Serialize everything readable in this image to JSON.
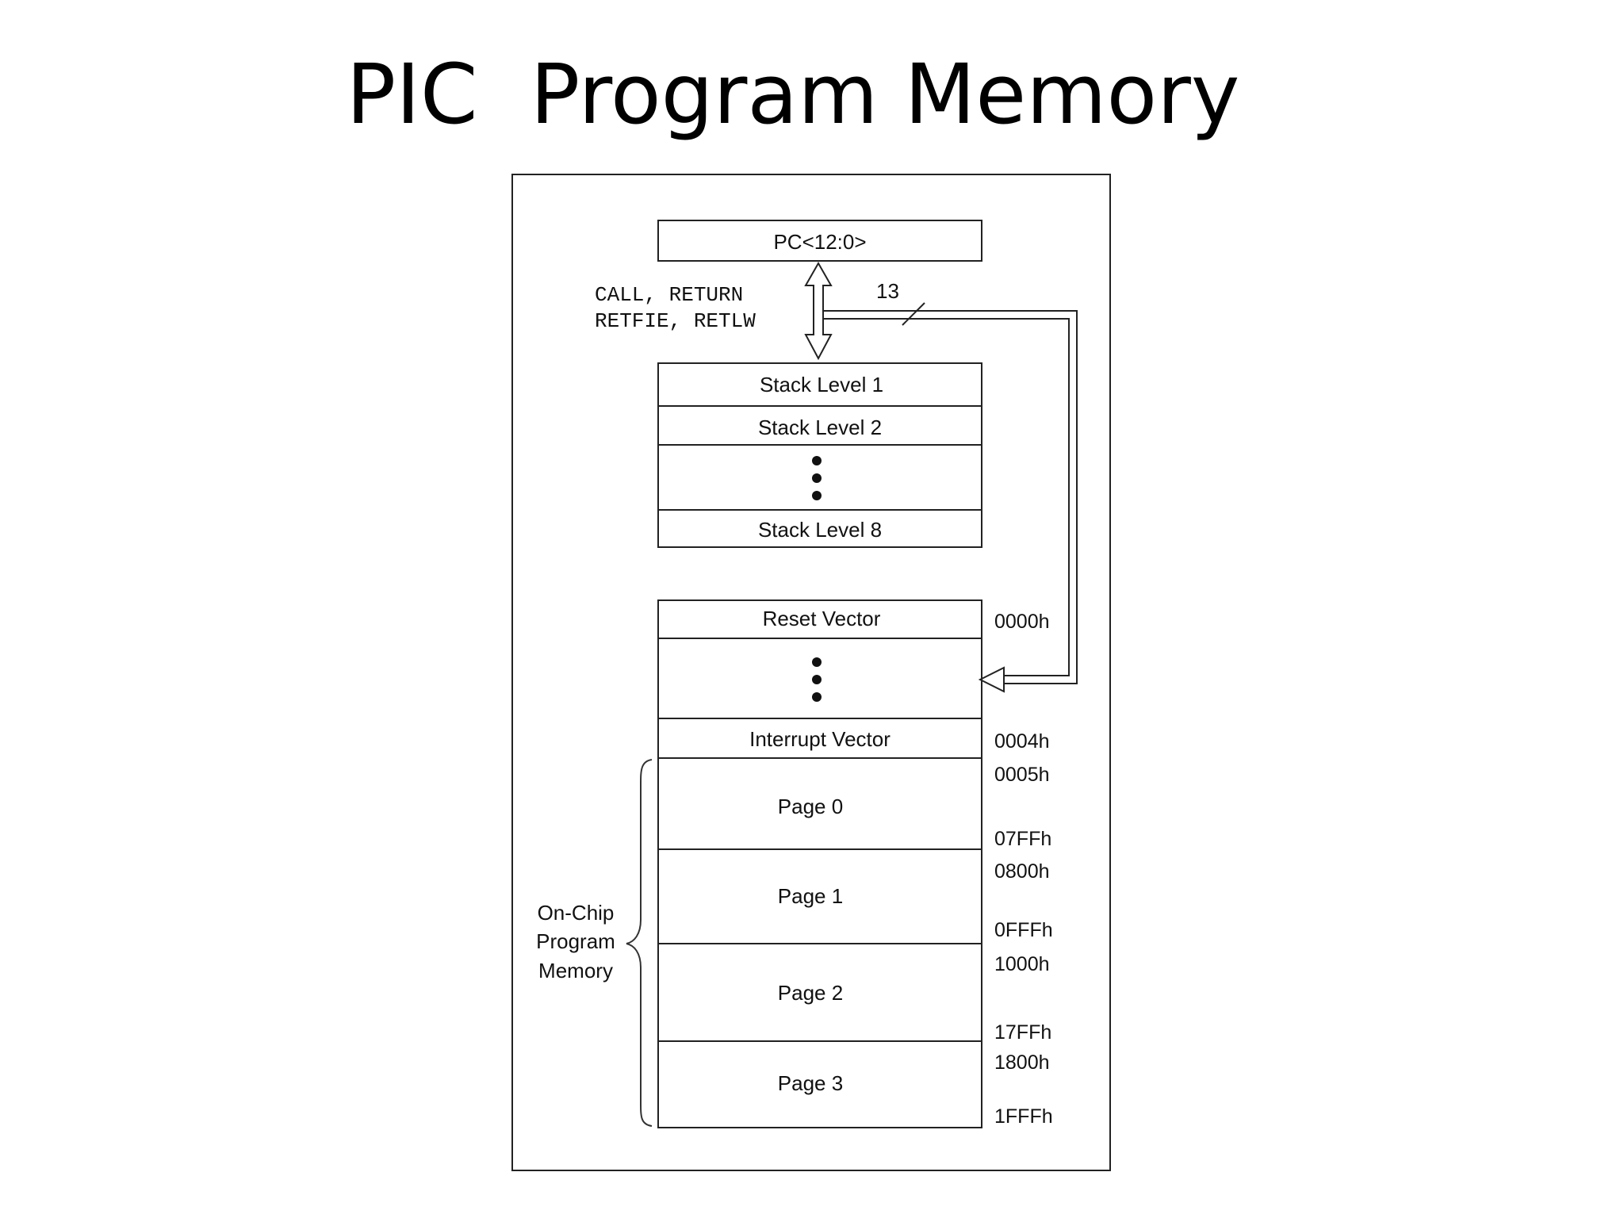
{
  "title": "PIC  Program Memory",
  "pc_register": "PC<12:0>",
  "stack_instructions": [
    "CALL, RETURN",
    "RETFIE, RETLW"
  ],
  "bus_width": "13",
  "stack": {
    "levels": [
      "Stack Level 1",
      "Stack Level 2",
      "Stack Level 8"
    ]
  },
  "memory": {
    "reset_vector": "Reset Vector",
    "interrupt_vector": "Interrupt Vector",
    "pages": [
      "Page 0",
      "Page 1",
      "Page 2",
      "Page 3"
    ],
    "addresses": [
      "0000h",
      "0004h",
      "0005h",
      "07FFh",
      "0800h",
      "0FFFh",
      "1000h",
      "17FFh",
      "1800h",
      "1FFFh"
    ]
  },
  "on_chip_label": [
    "On-Chip",
    "Program",
    "Memory"
  ]
}
